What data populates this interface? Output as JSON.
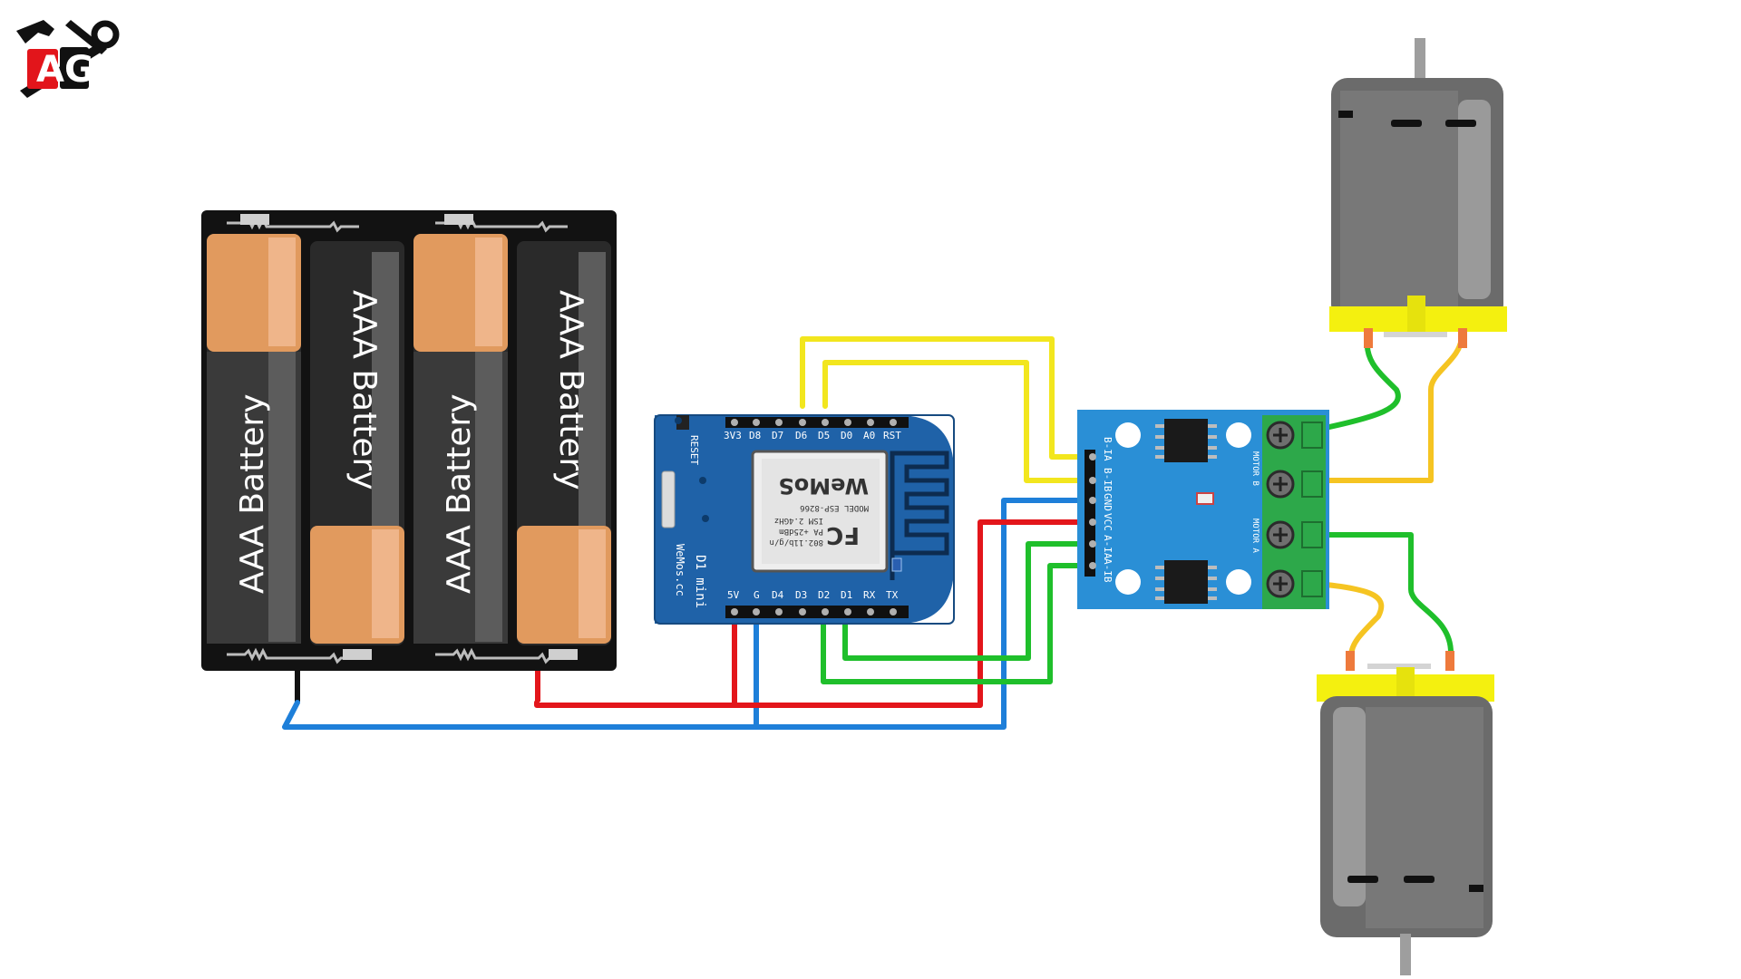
{
  "logo": {
    "text": "AG"
  },
  "battery_pack": {
    "cells": [
      "AAA Battery",
      "AAA Battery",
      "AAA Battery",
      "AAA Battery"
    ]
  },
  "d1_mini": {
    "top_pins": [
      "3V3",
      "D8",
      "D7",
      "D6",
      "D5",
      "D0",
      "A0",
      "RST"
    ],
    "bottom_pins": [
      "5V",
      "G",
      "D4",
      "D3",
      "D2",
      "D1",
      "RX",
      "TX"
    ],
    "reset_label": "RESET",
    "board_name": "D1 mini",
    "board_url": "WeMos.cc",
    "module": {
      "brand": "WeMoS",
      "model": "MODEL ESP-8266",
      "ism": "ISM 2.4GHz",
      "pa": "PA +25dBm",
      "standard": "802.11b/g/n",
      "cert": "FC"
    }
  },
  "motor_driver": {
    "pins": [
      "B-IA",
      "B-IB",
      "GND",
      "VCC",
      "A-IA",
      "A-IB"
    ],
    "motor_b_label": "MOTOR B",
    "motor_a_label": "MOTOR A"
  },
  "colors": {
    "wire_yellow": "#f2e61e",
    "wire_red": "#e3161b",
    "wire_blue": "#1e7fd9",
    "wire_green": "#1fbf2b",
    "wire_orange": "#f5c422",
    "board_blue": "#1f62a8",
    "driver_blue": "#2a8fd6",
    "terminal_green": "#2da84a",
    "motor_gray": "#6b6b6b",
    "motor_cap": "#f4f00f",
    "battery_orange": "#e19a5e"
  }
}
